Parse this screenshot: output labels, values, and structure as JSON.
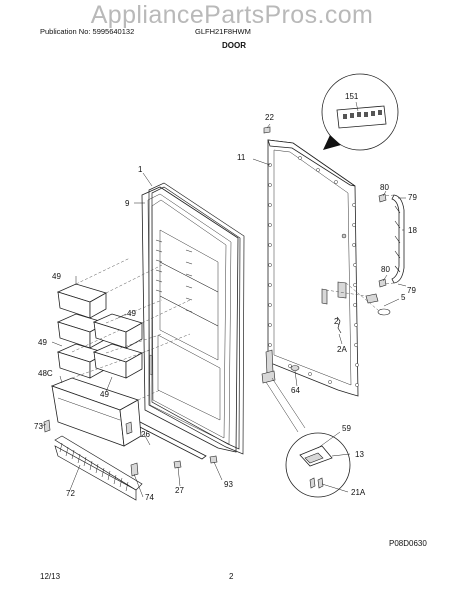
{
  "watermark": "AppliancePartsPros.com",
  "header": {
    "publication": "Publication No: 5995640132",
    "model": "GLFH21F8HWM",
    "section_title": "DOOR"
  },
  "callouts": {
    "c151": "151",
    "c22": "22",
    "c11": "11",
    "c1": "1",
    "c9": "9",
    "c80a": "80",
    "c79a": "79",
    "c18": "18",
    "c80b": "80",
    "c79b": "79",
    "c5": "5",
    "c2": "2",
    "c2a": "2A",
    "c49a": "49",
    "c49b": "49",
    "c49c": "49",
    "c49d": "49",
    "c48c": "48C",
    "c64": "64",
    "c59": "59",
    "c13": "13",
    "c21a": "21A",
    "c73": "73",
    "c26": "26",
    "c72": "72",
    "c74": "74",
    "c27": "27",
    "c93": "93"
  },
  "drawing_code": "P08D0630",
  "footer": {
    "date": "12/13",
    "page": "2"
  }
}
